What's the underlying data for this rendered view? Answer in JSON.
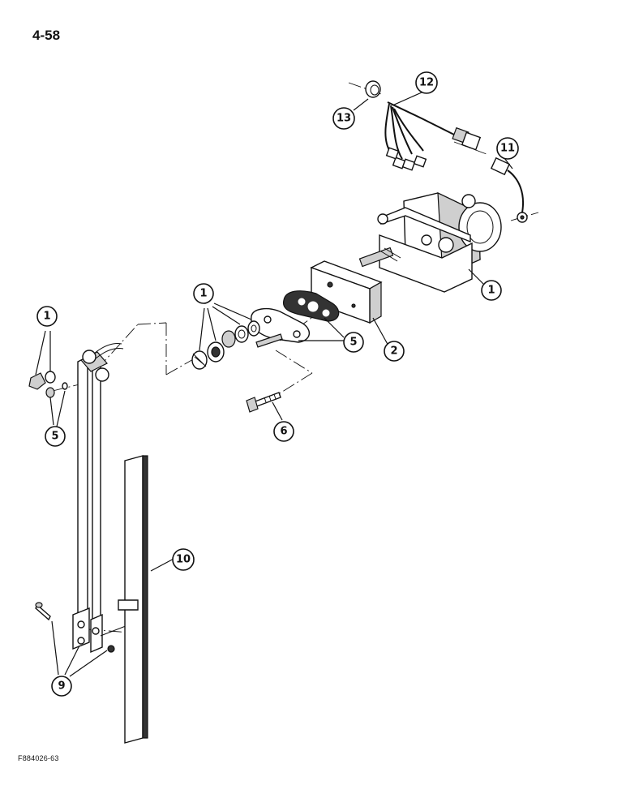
{
  "page": {
    "page_number": "4-58",
    "figure_code": "F884026-63"
  },
  "callouts": {
    "c1_left": "1",
    "c1_center": "1",
    "c1_right": "1",
    "c2": "2",
    "c5_left": "5",
    "c5_right": "5",
    "c6": "6",
    "c9": "9",
    "c10": "10",
    "c11": "11",
    "c12": "12",
    "c13": "13"
  }
}
